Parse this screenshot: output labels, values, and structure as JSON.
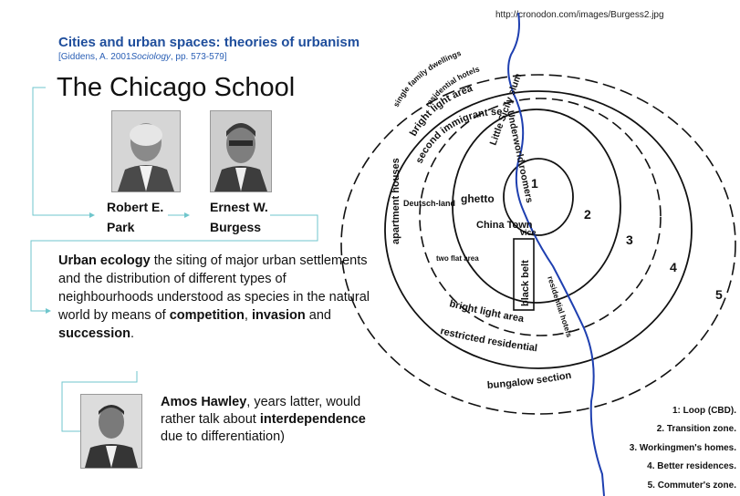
{
  "header": {
    "title": "Cities and urban spaces: theories of urbanism",
    "citation_prefix": "[Giddens, A. 2001",
    "citation_book": "Sociology",
    "citation_suffix": ", pp. 573-579]",
    "school": "The Chicago School",
    "source_url": "http://cronodon.com/images/Burgess2.jpg"
  },
  "people": {
    "park": "Robert E. Park",
    "burgess": "Ernest W. Burgess",
    "hawley": "Amos Hawley"
  },
  "ecology": {
    "term": "Urban ecology",
    "text1": " the siting of major urban settlements and the distribution of different types of neighbourhoods understood as species in the natural world by means of ",
    "competition": "competition",
    "comma": ", ",
    "invasion": "invasion",
    "and": " and ",
    "succession": "succession",
    "period": "."
  },
  "hawley": {
    "name": "Amos Hawley",
    "text1": ", years latter, would rather talk about ",
    "interdependence": "interdependence",
    "text2": " due to differentiation)"
  },
  "diagram": {
    "ring_numbers": [
      "1",
      "2",
      "3",
      "4",
      "5"
    ],
    "labels": {
      "single_family": "single family dwellings",
      "residential_hotels_top": "residential hotels",
      "bright_light_top": "bright light area",
      "second_immigrant": "second immigrant settlement",
      "underworld": "Underworld roomers",
      "little_sicily": "Little Sicily slum",
      "apartment_houses": "apartment houses",
      "deutschland": "Deutsch-land",
      "ghetto": "ghetto",
      "china_town": "China Town",
      "vice": "vice",
      "two_flat": "two flat area",
      "black_belt": "black belt",
      "residential_hotels_bottom": "residential hotels",
      "bright_light_bottom": "bright light area",
      "restricted_residential": "restricted residential",
      "bungalow_section": "bungalow section"
    }
  },
  "legend": [
    "1: Loop (CBD).",
    "2. Transition zone.",
    "3. Workingmen's homes.",
    "4. Better residences.",
    "5. Commuter's zone."
  ]
}
